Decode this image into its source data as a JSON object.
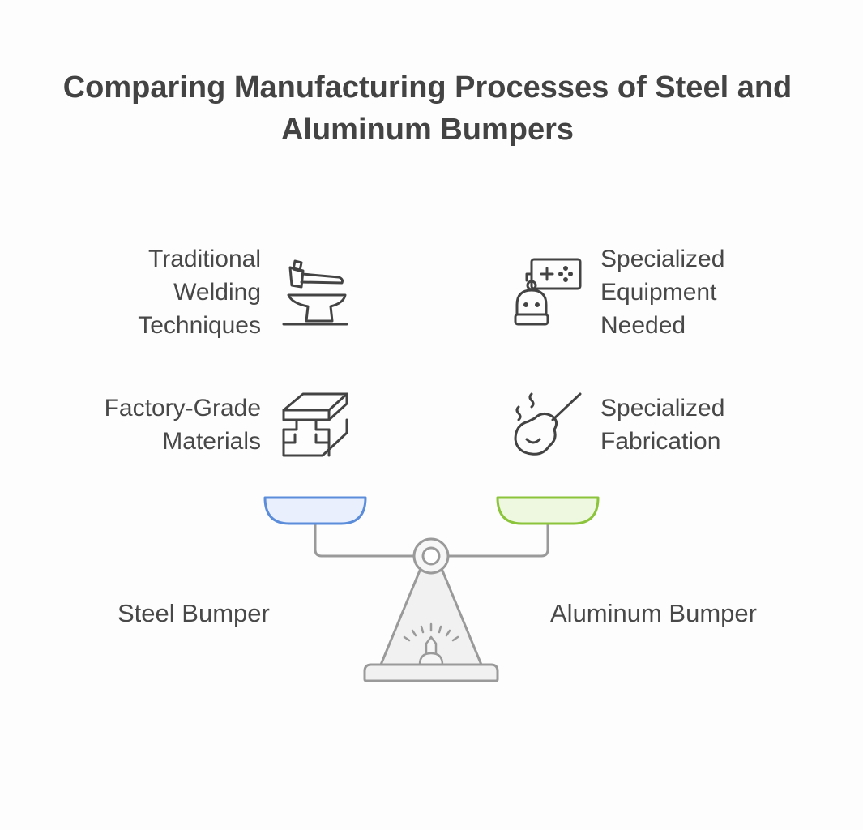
{
  "title": "Comparing Manufacturing Processes of Steel and Aluminum Bumpers",
  "left": {
    "label": "Steel Bumper",
    "items": [
      {
        "lines": [
          "Traditional",
          "Welding",
          "Techniques"
        ],
        "icon": "hammer-anvil-icon"
      },
      {
        "lines": [
          "Factory-Grade",
          "Materials"
        ],
        "icon": "steel-beam-icon"
      }
    ]
  },
  "right": {
    "label": "Aluminum Bumper",
    "items": [
      {
        "lines": [
          "Specialized",
          "Equipment",
          "Needed"
        ],
        "icon": "robot-controller-icon"
      },
      {
        "lines": [
          "Specialized",
          "Fabrication"
        ],
        "icon": "hot-tool-icon"
      }
    ]
  },
  "colors": {
    "text": "#434343",
    "left_pan_stroke": "#5b8ddb",
    "left_pan_fill": "#e9effc",
    "right_pan_stroke": "#8cc43c",
    "right_pan_fill": "#eef8e0",
    "scale_stroke": "#9a9a9a",
    "scale_fill": "#f1f1f1"
  }
}
